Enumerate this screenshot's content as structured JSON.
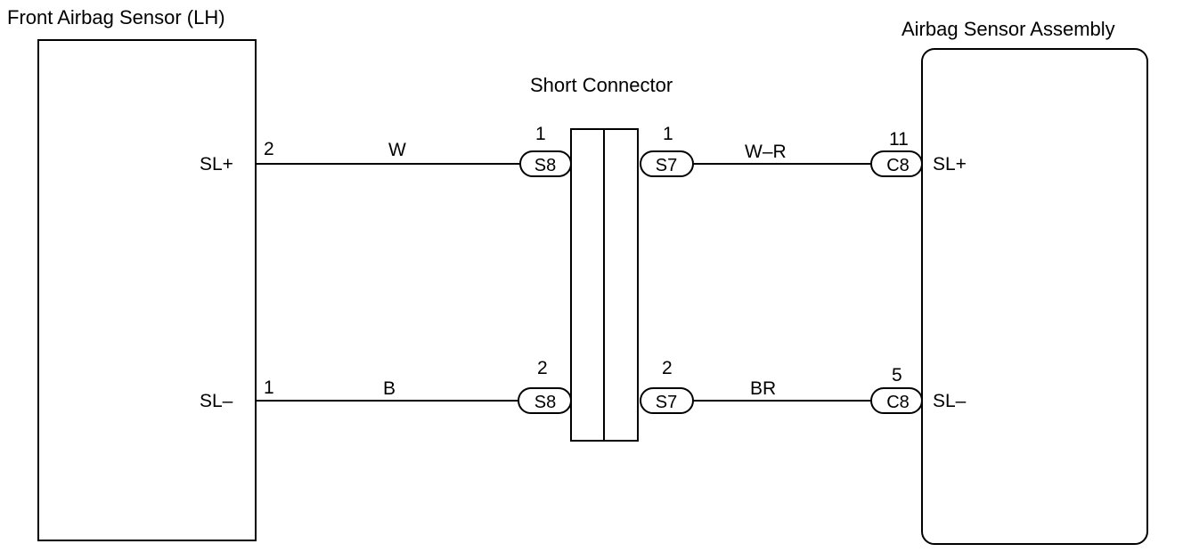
{
  "colors": {
    "line": "#000000",
    "background": "#ffffff"
  },
  "components": {
    "left_sensor": {
      "title": "Front Airbag Sensor (LH)",
      "terminals": [
        "SL+",
        "SL–"
      ],
      "pins": [
        "2",
        "1"
      ]
    },
    "short_connector": {
      "title": "Short Connector"
    },
    "right_assembly": {
      "title": "Airbag Sensor Assembly",
      "terminals": [
        "SL+",
        "SL–"
      ]
    }
  },
  "circuits": [
    {
      "wire_left": "W",
      "wire_right": "W–R",
      "connector_left": {
        "id": "S8",
        "pin": "1"
      },
      "connector_right": {
        "id": "S7",
        "pin": "1"
      },
      "connector_end": {
        "id": "C8",
        "pin": "11"
      }
    },
    {
      "wire_left": "B",
      "wire_right": "BR",
      "connector_left": {
        "id": "S8",
        "pin": "2"
      },
      "connector_right": {
        "id": "S7",
        "pin": "2"
      },
      "connector_end": {
        "id": "C8",
        "pin": "5"
      }
    }
  ]
}
